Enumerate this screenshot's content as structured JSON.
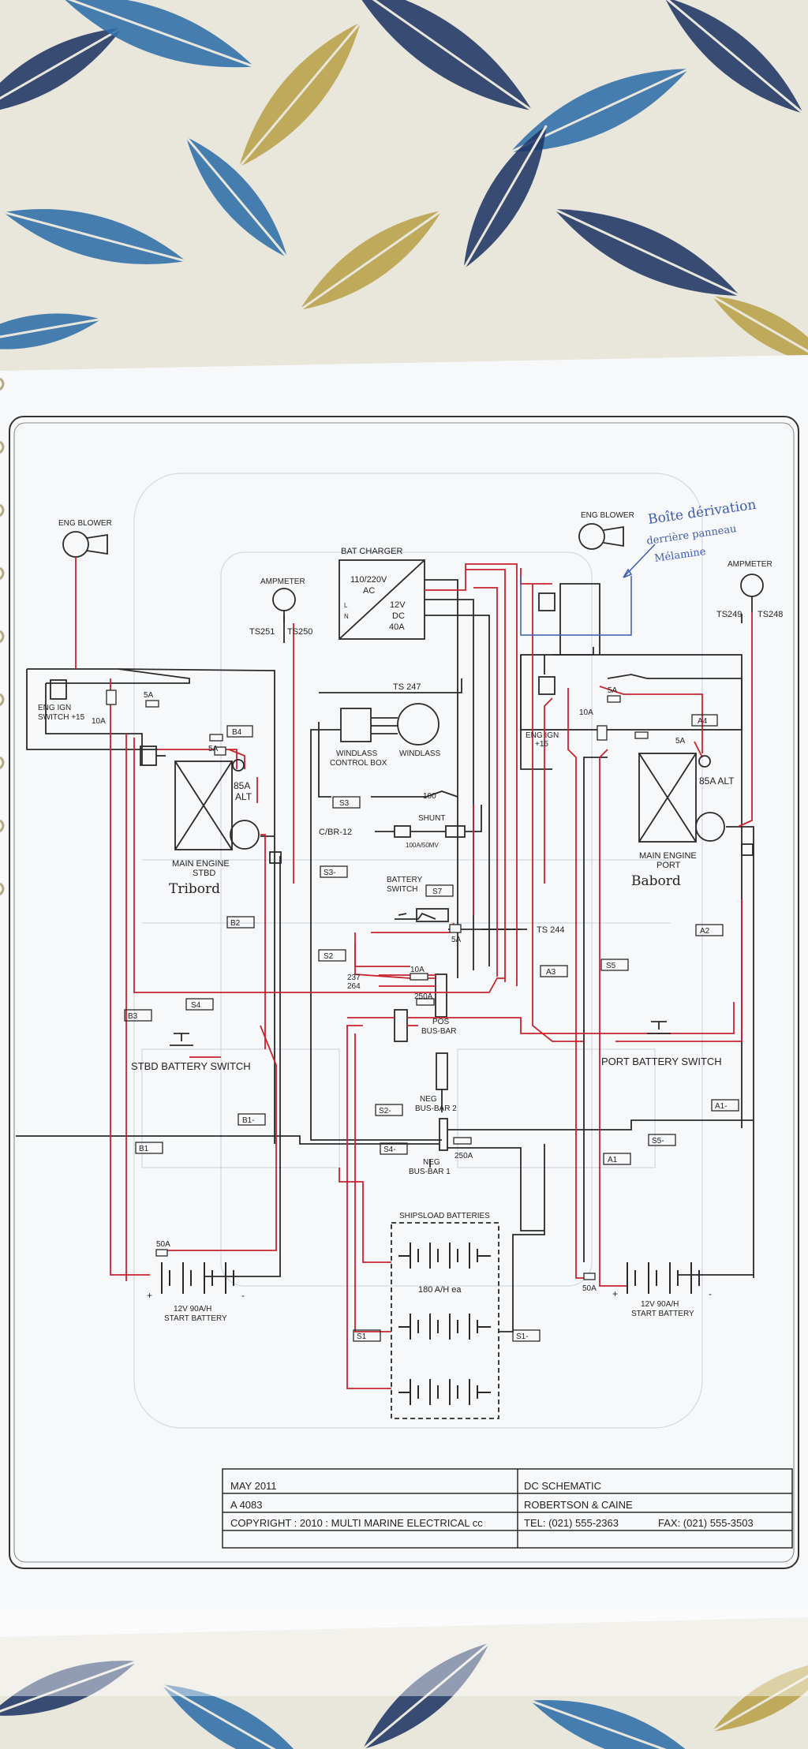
{
  "colors": {
    "wire_black": "#2a2a2a",
    "wire_red": "#c8242c",
    "ink_blue": "#3d5bb0",
    "paper": "#f7f8fa",
    "fabric_navy": "#1f3564",
    "fabric_blue": "#2f6ea8",
    "fabric_gold": "#b8a24a",
    "fabric_cream": "#e9e6dc"
  },
  "labels": {
    "eng_blower_left": "ENG BLOWER",
    "eng_blower_right": "ENG BLOWER",
    "handwritten_note_1": "Boîte dérivation",
    "handwritten_note_2": "derrière panneau",
    "handwritten_note_3": "Mélamine",
    "ammeter_left": "AMPMETER",
    "ammeter_right": "AMPMETER",
    "ts251": "TS251",
    "ts250": "TS250",
    "ts249": "TS249",
    "ts248": "TS248",
    "ts247": "TS 247",
    "ts244": "TS 244",
    "bat_charger": "BAT CHARGER",
    "charger_ac": "110/220V",
    "charger_ac2": "AC",
    "charger_dc": "12V",
    "charger_dc2": "DC",
    "charger_amps": "40A",
    "charger_l": "L",
    "charger_n": "N",
    "eng_ign_left": "ENG IGN",
    "eng_ign_left2": "SWITCH +15",
    "eng_ign_right": "ENG IGN",
    "eng_ign_right2": "+15",
    "fuse_5a_1": "5A",
    "fuse_5a_2": "5A",
    "fuse_5a_3": "5A",
    "fuse_5a_4": "5A",
    "fuse_5a_5": "5A",
    "fuse_10a_left": "10A",
    "fuse_10a_right": "10A",
    "fuse_10a_mid": "10A",
    "b4": "B4",
    "a4": "A4",
    "alt_left": "85A",
    "alt_left2": "ALT",
    "alt_right": "85A ALT",
    "main_engine_stbd": "MAIN ENGINE",
    "main_engine_stbd2": "STBD",
    "tribord": "Tribord",
    "main_engine_port": "MAIN ENGINE",
    "main_engine_port2": "PORT",
    "babord": "Babord",
    "windlass": "WINDLASS",
    "windlass_ctrl": "WINDLASS",
    "windlass_ctrl2": "CONTROL BOX",
    "s3": "S3",
    "s3m": "S3-",
    "fuse_100": "100",
    "cbr12": "C/BR-12",
    "shunt": "SHUNT",
    "shunt_rating": "100A/50MV",
    "battery_switch": "BATTERY",
    "battery_switch2": "SWITCH",
    "s7": "S7",
    "b2": "B2",
    "a2": "A2",
    "s2": "S2",
    "s5": "S5",
    "a3": "A3",
    "s4": "S4",
    "b3": "B3",
    "n237": "237",
    "n264": "264",
    "fuse_250a_1": "250A",
    "fuse_250a_2": "250A",
    "pos_busbar": "POS",
    "pos_busbar2": "BUS-BAR",
    "stbd_batt_switch": "STBD BATTERY SWITCH",
    "port_batt_switch": "PORT BATTERY SWITCH",
    "neg_busbar2": "NEG",
    "neg_busbar2b": "BUS-BAR 2",
    "neg_busbar1": "NEG",
    "neg_busbar1b": "BUS-BAR 1",
    "s2m": "S2-",
    "s4m": "S4-",
    "b1m": "B1-",
    "a1m": "A1-",
    "s5m": "S5-",
    "b1": "B1",
    "a1": "A1",
    "s1": "S1",
    "s1m": "S1-",
    "shipsload": "SHIPSLOAD BATTERIES",
    "capacity": "180 A/H ea",
    "fuse_50a_left": "50A",
    "fuse_50a_right": "50A",
    "start_batt_left": "12V 90A/H",
    "start_batt_left2": "START BATTERY",
    "start_batt_right": "12V 90A/H",
    "start_batt_right2": "START BATTERY",
    "plus": "+",
    "minus": "-"
  },
  "title_block": {
    "date": "MAY 2011",
    "number": "A 4083",
    "copyright": "COPYRIGHT : 2010 :  MULTI MARINE ELECTRICAL cc",
    "title": "DC SCHEMATIC",
    "client": "ROBERTSON & CAINE",
    "tel": "TEL: (021) 555-2363",
    "fax": "FAX: (021) 555-3503"
  }
}
